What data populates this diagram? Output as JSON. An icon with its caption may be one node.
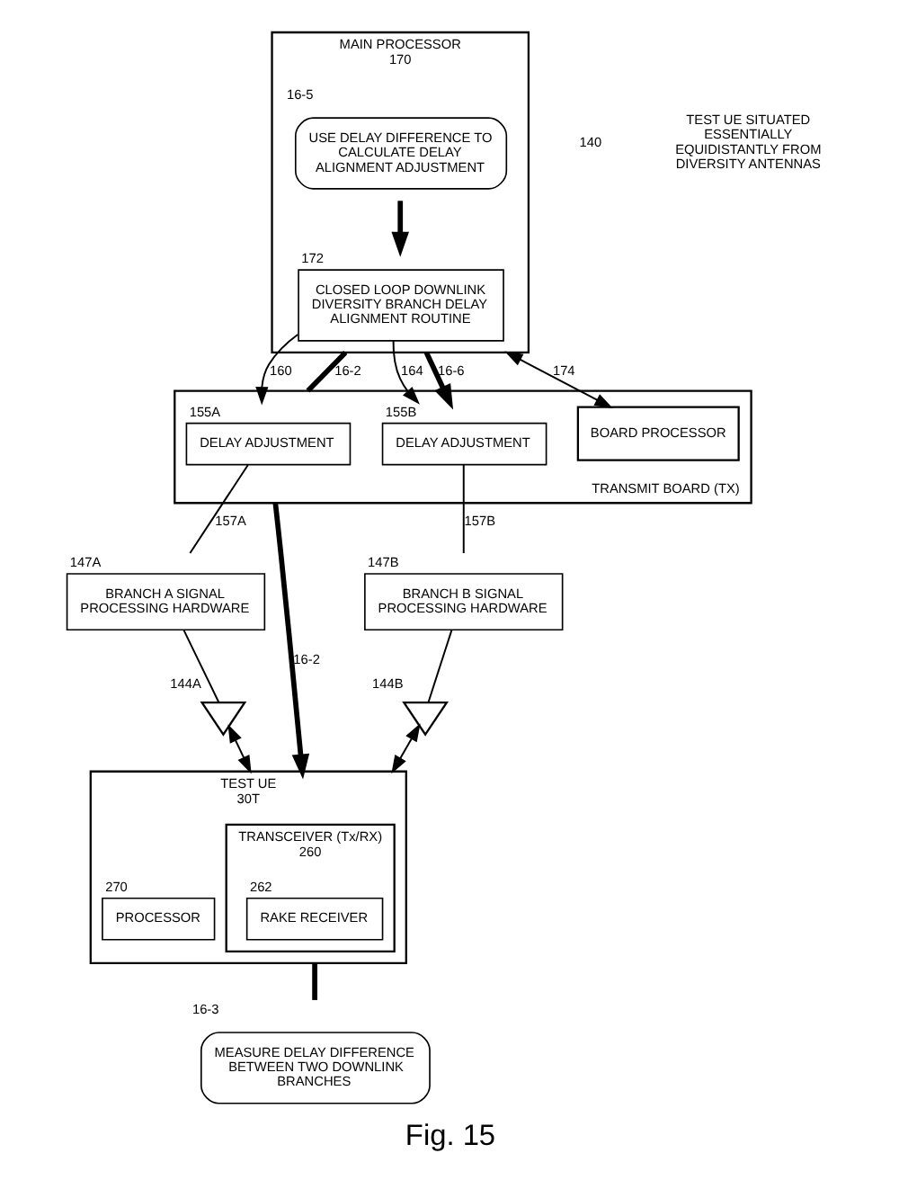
{
  "diagram": {
    "caption": "Fig. 15",
    "nodes": [
      {
        "text": [
          "TRANSMIT BOARD (TX)"
        ]
      },
      {
        "text": [
          "DELAY ADJUSTMENT"
        ],
        "in": 0,
        "beside": [
          "155A"
        ]
      },
      {
        "text": [
          "DELAY ADJUSTMENT"
        ],
        "in": 0,
        "beside": [
          "155B"
        ]
      },
      {
        "text": [
          "BOARD PROCESSOR"
        ],
        "in": 0
      },
      {
        "text": [
          "BRANCH A SIGNAL PROCESSING HARDWARE"
        ],
        "beside": [
          "147A"
        ]
      },
      {
        "text": [
          "BRANCH B SIGNAL PROCESSING HARDWARE"
        ],
        "beside": [
          "147B"
        ]
      },
      {
        "text": [],
        "shape": "triangle",
        "beside": [
          "144A"
        ]
      },
      {
        "text": [],
        "shape": "triangle",
        "beside": [
          "144B"
        ]
      },
      {
        "text": [
          "MAIN PROCESSOR"
        ],
        "beside": [
          "170"
        ]
      },
      {
        "text": [
          "CLOSED LOOP DOWNLINK DIVERSITY BRANCH DELAY ALIGNMENT ROUTINE"
        ],
        "in": 8,
        "beside": [
          "172"
        ]
      },
      {
        "text": [
          "USE DELAY DIFFERENCE TO CALCULATE DELAY ALIGNMENT ADJUSTMENT"
        ],
        "in": 8,
        "beside": [
          "16-5"
        ]
      },
      {
        "text": [
          "TEST UE"
        ],
        "beside": [
          "30T"
        ]
      },
      {
        "text": [
          "TRANSCEIVER (Tx/RX)"
        ],
        "in": 11,
        "beside": [
          "260"
        ]
      },
      {
        "text": [
          "RAKE RECEIVER"
        ],
        "in": 12,
        "beside": [
          "262"
        ]
      },
      {
        "text": [
          "PROCESSOR"
        ],
        "in": 11,
        "beside": [
          "270"
        ]
      },
      {
        "text": [
          "MEASURE DELAY DIFFERENCE BETWEEN TWO DOWNLINK BRANCHES"
        ],
        "beside": [
          "16-3"
        ]
      }
    ],
    "edges": [
      {
        "from": 1,
        "to": 4,
        "arrow": "none",
        "label": "157A"
      },
      {
        "from": 2,
        "to": 5,
        "arrow": "none",
        "label": "157B"
      },
      {
        "from": 4,
        "to": 6,
        "arrow": "none"
      },
      {
        "from": 5,
        "to": 7,
        "arrow": "none"
      },
      {
        "from": 9,
        "to": 1,
        "arrow": "to",
        "label": "160"
      },
      {
        "from": 9,
        "to": 2,
        "arrow": "to",
        "label": "164"
      },
      {
        "from": 8,
        "to": 3,
        "arrow": "both",
        "label": "174"
      },
      {
        "from": 8,
        "to": 0,
        "arrow": "none",
        "label": "16-2",
        "style": "thick"
      },
      {
        "from": 0,
        "to": 11,
        "arrow": "to",
        "label": "16-2",
        "style": "thick"
      },
      {
        "from": 6,
        "to": 11,
        "arrow": "both"
      },
      {
        "from": 7,
        "to": 11,
        "arrow": "both"
      },
      {
        "from": 11,
        "to": 15,
        "arrow": "none",
        "style": "thick"
      },
      {
        "from": 8,
        "to": 2,
        "arrow": "to",
        "label": "16-6",
        "style": "thick"
      },
      {
        "from": 10,
        "to": 9,
        "arrow": "to",
        "style": "thick"
      }
    ],
    "labels": [
      "140",
      "TEST UE SITUATED ESSENTIALLY EQUIDISTANTLY FROM DIVERSITY ANTENNAS"
    ]
  }
}
